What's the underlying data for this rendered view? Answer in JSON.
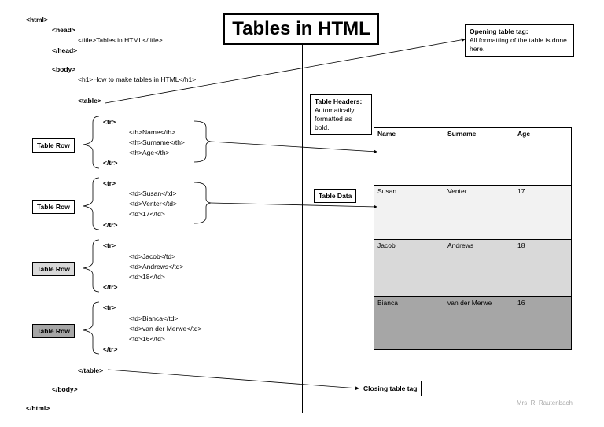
{
  "title": "Tables in HTML",
  "code": {
    "html_open": "<html>",
    "head_open": "<head>",
    "title_line": "<title>Tables in HTML</title>",
    "head_close": "</head>",
    "body_open": "<body>",
    "h1_line": "<h1>How to make tables in HTML</h1>",
    "table_open": "<table>",
    "rows": [
      {
        "tr_open": "<tr>",
        "cells": [
          "<th>Name</th>",
          "<th>Surname</th>",
          "<th>Age</th>"
        ],
        "tr_close": "</tr>"
      },
      {
        "tr_open": "<tr>",
        "cells": [
          "<td>Susan</td>",
          "<td>Venter</td>",
          "<td>17</td>"
        ],
        "tr_close": "</tr>"
      },
      {
        "tr_open": "<tr>",
        "cells": [
          "<td>Jacob</td>",
          "<td>Andrews</td>",
          "<td>18</td>"
        ],
        "tr_close": "</tr>"
      },
      {
        "tr_open": "<tr>",
        "cells": [
          "<td>Bianca</td>",
          "<td>van der Merwe</td>",
          "<td>16</td>"
        ],
        "tr_close": "</tr>"
      }
    ],
    "table_close": "</table>",
    "body_close": "</body>",
    "html_close": "</html>"
  },
  "row_labels": [
    "Table Row",
    "Table Row",
    "Table Row",
    "Table Row"
  ],
  "row_label_fills": [
    "#ffffff",
    "#ffffff",
    "#d9d9d9",
    "#a6a6a6"
  ],
  "callouts": {
    "opening_title": "Opening table tag:",
    "opening_body": "All formatting of the table is done here.",
    "headers_title": "Table Headers:",
    "headers_body": "Automatically formatted as bold.",
    "table_data": "Table Data",
    "closing": "Closing table tag"
  },
  "demo_table": {
    "header": [
      "Name",
      "Surname",
      "Age"
    ],
    "rows": [
      [
        "Susan",
        "Venter",
        "17"
      ],
      [
        "Jacob",
        "Andrews",
        "18"
      ],
      [
        "Bianca",
        "van der Merwe",
        "16"
      ]
    ],
    "row_fills": [
      "#ffffff",
      "#f2f2f2",
      "#d9d9d9",
      "#a6a6a6"
    ]
  },
  "signature": "Mrs. R. Rautenbach"
}
